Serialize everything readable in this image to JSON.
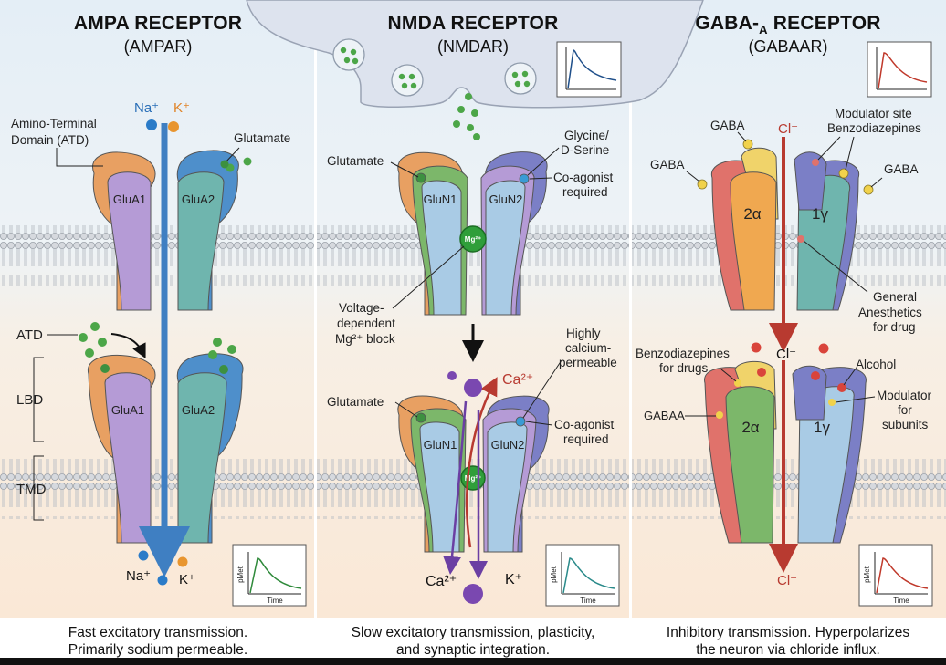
{
  "panels": [
    {
      "title": "AMPA RECEPTOR",
      "subtitle": "(AMPAR)",
      "caption_line1": "Fast excitatory transmission.",
      "caption_line2": "Primarily sodium permeable.",
      "labels": {
        "atd_long": "Amino-Terminal",
        "atd_long2": "Domain (ATD)",
        "glutamate": "Glutamate",
        "glua1": "GluA1",
        "glua2": "GluA2",
        "na_top": "Na⁺",
        "k_top": "K⁺",
        "na_bottom": "Na⁺",
        "k_bottom": "K⁺",
        "atd": "ATD",
        "lbd": "LBD",
        "tmd": "TMD",
        "graph_y": "pMet",
        "graph_x": "Time"
      }
    },
    {
      "title": "NMDA RECEPTOR",
      "subtitle": "(NMDAR)",
      "caption_line1": "Slow excitatory transmission, plasticity,",
      "caption_line2": "and synaptic integration.",
      "labels": {
        "glutamate_top": "Glutamate",
        "glycine1": "Glycine/",
        "glycine2": "D-Serine",
        "coagonist1": "Co-agonist",
        "coagonist2": "required",
        "glun1": "GluN1",
        "glun2": "GluN2",
        "mg": "Mg²⁺",
        "voltage1": "Voltage-",
        "voltage2": "dependent",
        "voltage3": "Mg²⁺ block",
        "highly1": "Highly",
        "highly2": "calcium-",
        "highly3": "permeable",
        "ca_top": "Ca²⁺",
        "glutamate_bottom": "Glutamate",
        "coagonist_b1": "Co-agonist",
        "coagonist_b2": "required",
        "glun1_b": "GluN1",
        "glun2_b": "GluN2",
        "mg_b": "Mg²⁺",
        "ca_bottom": "Ca²⁺",
        "k_bottom": "K⁺",
        "graph_y": "pMet",
        "graph_x": "Time"
      }
    },
    {
      "title": "GABA-A RECEPTOR",
      "title_main": "GABA-",
      "title_sub": "A",
      "title_end": " RECEPTOR",
      "subtitle": "(GABAAR)",
      "caption_line1": "Inhibitory transmission. Hyperpolarizes",
      "caption_line2": "the neuron via chloride influx.",
      "labels": {
        "gaba_top": "GABA",
        "gaba_left": "GABA",
        "gaba_right": "GABA",
        "cl_top": "Cl⁻",
        "modulator1": "Modulator site",
        "modulator2": "Benzodiazepines",
        "alpha_top": "2α",
        "gamma_top": "1γ",
        "anesthetics1": "General",
        "anesthetics2": "Anesthetics",
        "anesthetics3": "for drug",
        "benzo1": "Benzodiazepines",
        "benzo2": "for drugs",
        "cl_mid": "Cl⁻",
        "alcohol": "Alcohol",
        "gabaa": "GABAA",
        "modsub1": "Modulator",
        "modsub2": "for",
        "modsub3": "subunits",
        "alpha_bottom": "2α",
        "gamma_bottom": "1γ",
        "cl_bottom": "Cl⁻",
        "graph_y": "pMet",
        "graph_x": "Time"
      }
    }
  ],
  "colors": {
    "orange_subunit": "#E8A062",
    "purple_subunit": "#B59BD6",
    "teal_subunit": "#6FB5AE",
    "blue_subunit": "#4E8FCB",
    "green_subunit": "#7CB76A",
    "light_blue_subunit": "#A9CBE5",
    "indigo_subunit": "#7B7FC6",
    "red_subunit": "#E0726B",
    "yellow_subunit": "#F0D36A",
    "sodium_ion": "#2A7BC8",
    "potassium_ion": "#E8952F",
    "calcium_ion": "#7A48B0",
    "chloride_arrow": "#C0392B",
    "mg_ion": "#2F9E3A",
    "glutamate_ball": "#4CA648",
    "gaba_ball": "#F1D24B"
  }
}
